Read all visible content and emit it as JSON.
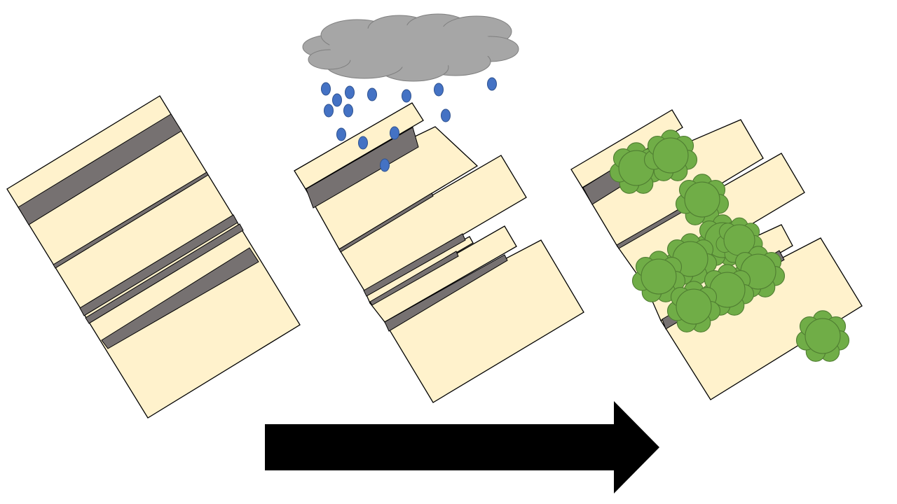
{
  "colors": {
    "background": "#ffffff",
    "sandstone": "#fff2cc",
    "shale": "#767171",
    "outline": "#000000",
    "cloud": "#a6a6a6",
    "cloud_outline": "#7f7f7f",
    "raindrop": "#4472c4",
    "raindrop_outline": "#2f528f",
    "vegetation": "#70ad47",
    "vegetation_outline": "#507e32",
    "arrow": "#000000"
  },
  "stages": [
    {
      "name": "intact-tilted-strata",
      "icons": [
        "sandstone-block",
        "shale-layer"
      ]
    },
    {
      "name": "weathering-by-rain",
      "icons": [
        "rain-cloud-icon",
        "raindrop-icon",
        "fractured-blocks"
      ]
    },
    {
      "name": "vegetation-colonization",
      "icons": [
        "fractured-blocks",
        "shrub-icon"
      ]
    }
  ],
  "process_arrow": {
    "icon": "right-arrow-icon",
    "direction": "right"
  }
}
